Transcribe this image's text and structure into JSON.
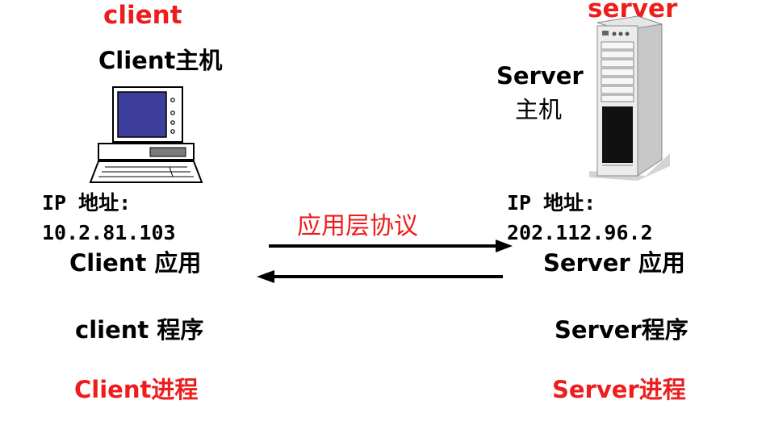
{
  "client": {
    "heading": "client",
    "host": "Client主机",
    "ip_label": "IP 地址:",
    "ip_value": "10.2.81.103",
    "app": "Client 应用",
    "program": "client 程序",
    "process": "Client进程"
  },
  "server": {
    "heading": "server",
    "host_line1": "Server",
    "host_line2": "主机",
    "ip_label": "IP 地址:",
    "ip_value": "202.112.96.2",
    "app": "Server 应用",
    "program": "Server程序",
    "process": "Server进程"
  },
  "protocol_label": "应用层协议",
  "colors": {
    "accent_red": "#ee1c1c",
    "monitor_screen": "#3d3d9c",
    "arrow": "#000000"
  },
  "icons": {
    "client_host": "desktop-computer-icon",
    "server_host": "tower-server-icon"
  }
}
